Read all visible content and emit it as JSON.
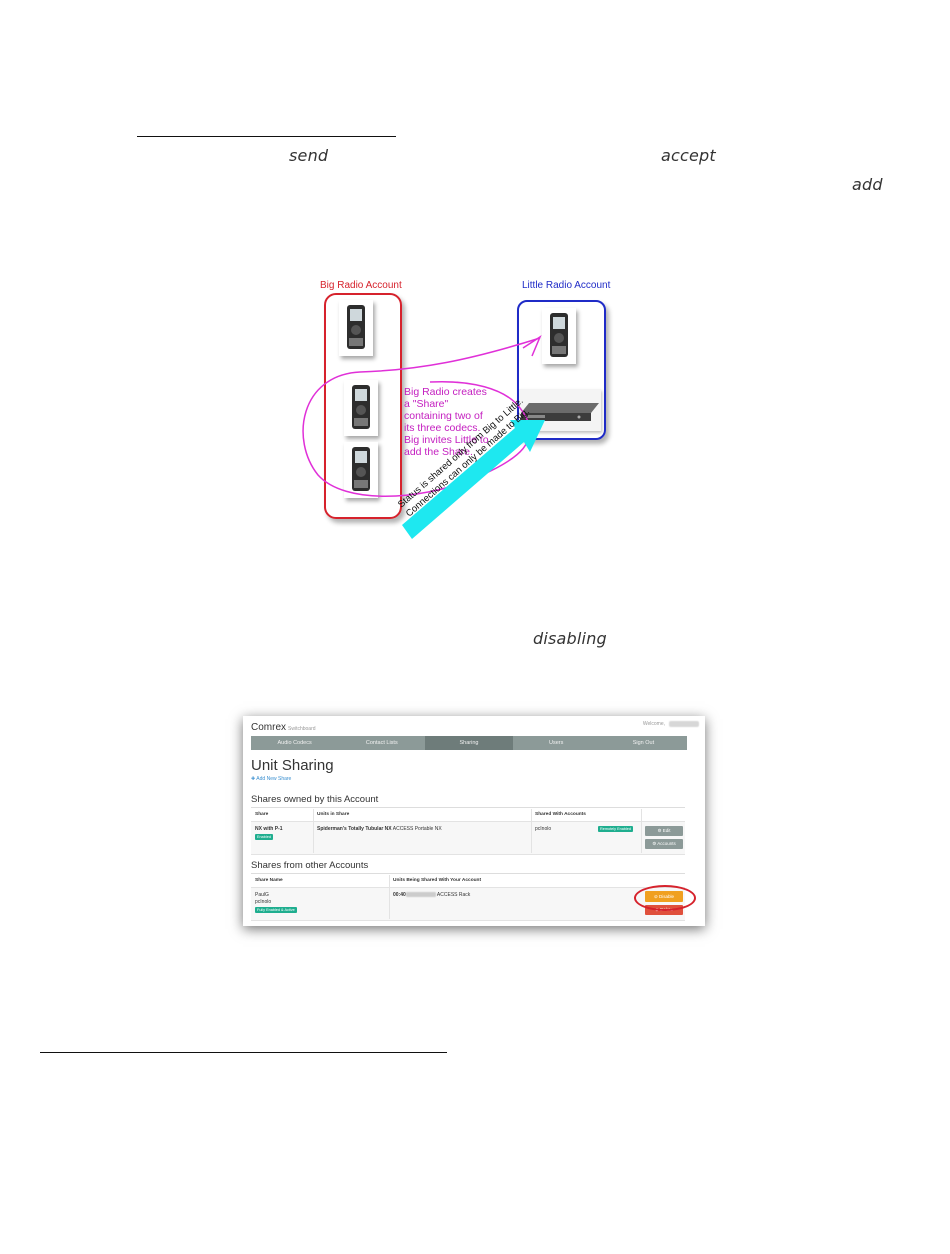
{
  "emphasis": {
    "send": "send",
    "accept": "accept",
    "add": "add",
    "disabling": "disabling"
  },
  "diagram": {
    "big_title": "Big Radio Account",
    "little_title": "Little Radio Account",
    "note_lines": [
      "Big Radio creates",
      "a \"Share\"",
      "containing two of",
      "its three codecs.",
      "Big invites Little to",
      "add the Share."
    ],
    "arrow_lines": [
      "Status is shared only from Big to Little.",
      "Connections can only be made to Big."
    ],
    "colors": {
      "big": "#d6222c",
      "little": "#1f2bc7",
      "note": "#c420c0",
      "arrow": "#1ee8f0"
    }
  },
  "screenshot": {
    "brand": "Comrex",
    "brand_sub": "Switchboard",
    "welcome": "Welcome,",
    "nav": [
      "Audio Codecs",
      "Contact Lists",
      "Sharing",
      "Users",
      "Sign Out"
    ],
    "active_nav": "Sharing",
    "page_title": "Unit Sharing",
    "add_link": "✚ Add New Share",
    "owned": {
      "title": "Shares owned by this Account",
      "headers": [
        "Share",
        "Units in Share",
        "Shared With Accounts"
      ],
      "row": {
        "share": "NX with P-1",
        "share_badge": "Enabled",
        "units_bold": "Spiderman's Totally Tubular NX",
        "units_rest": "ACCESS Portable NX",
        "account": "pcInolo",
        "account_badge": "Remotely Enabled",
        "edit": "⚙ Edit",
        "accounts": "⚙ Accounts"
      }
    },
    "others": {
      "title": "Shares from other Accounts",
      "headers": [
        "Share Name",
        "Units Being Shared With Your Account"
      ],
      "row": {
        "name": "PaulG",
        "sub": "pcInolo",
        "badge": "Fully Enabled & Active",
        "unit_prefix": "00:40",
        "unit_rest": "ACCESS Rack",
        "disable": "⊘ Disable",
        "delete": "⊗ Delete"
      }
    }
  }
}
